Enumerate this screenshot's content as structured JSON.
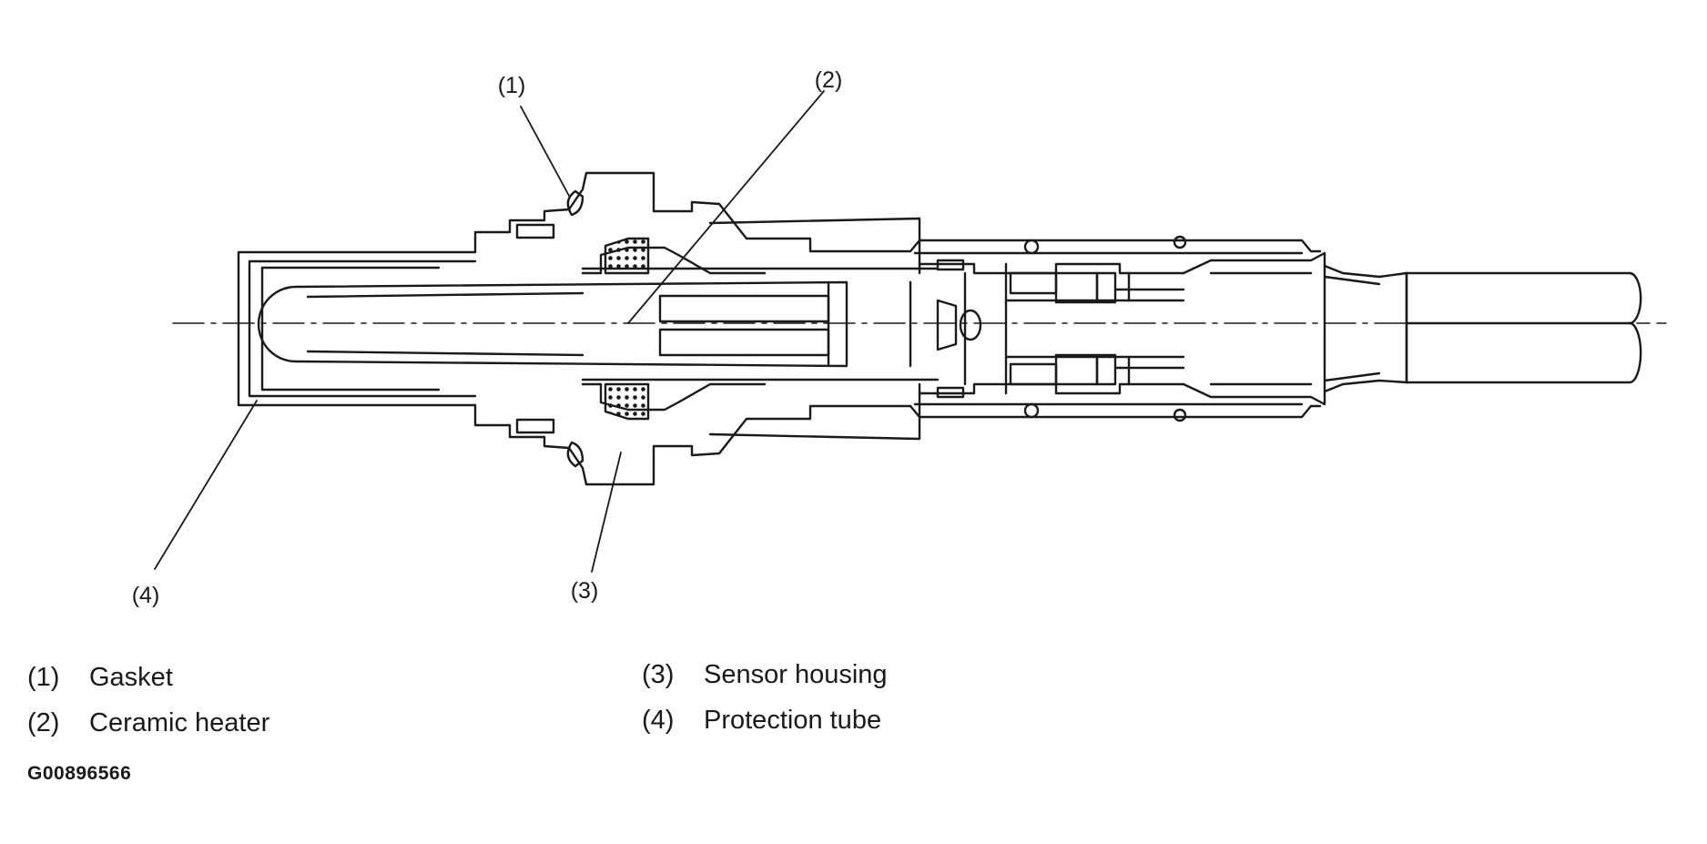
{
  "callouts": {
    "c1": "(1)",
    "c2": "(2)",
    "c3": "(3)",
    "c4": "(4)"
  },
  "legend": [
    {
      "num": "(1)",
      "label": "Gasket"
    },
    {
      "num": "(2)",
      "label": "Ceramic heater"
    },
    {
      "num": "(3)",
      "label": "Sensor housing"
    },
    {
      "num": "(4)",
      "label": "Protection tube"
    }
  ],
  "figure_id": "G00896566"
}
